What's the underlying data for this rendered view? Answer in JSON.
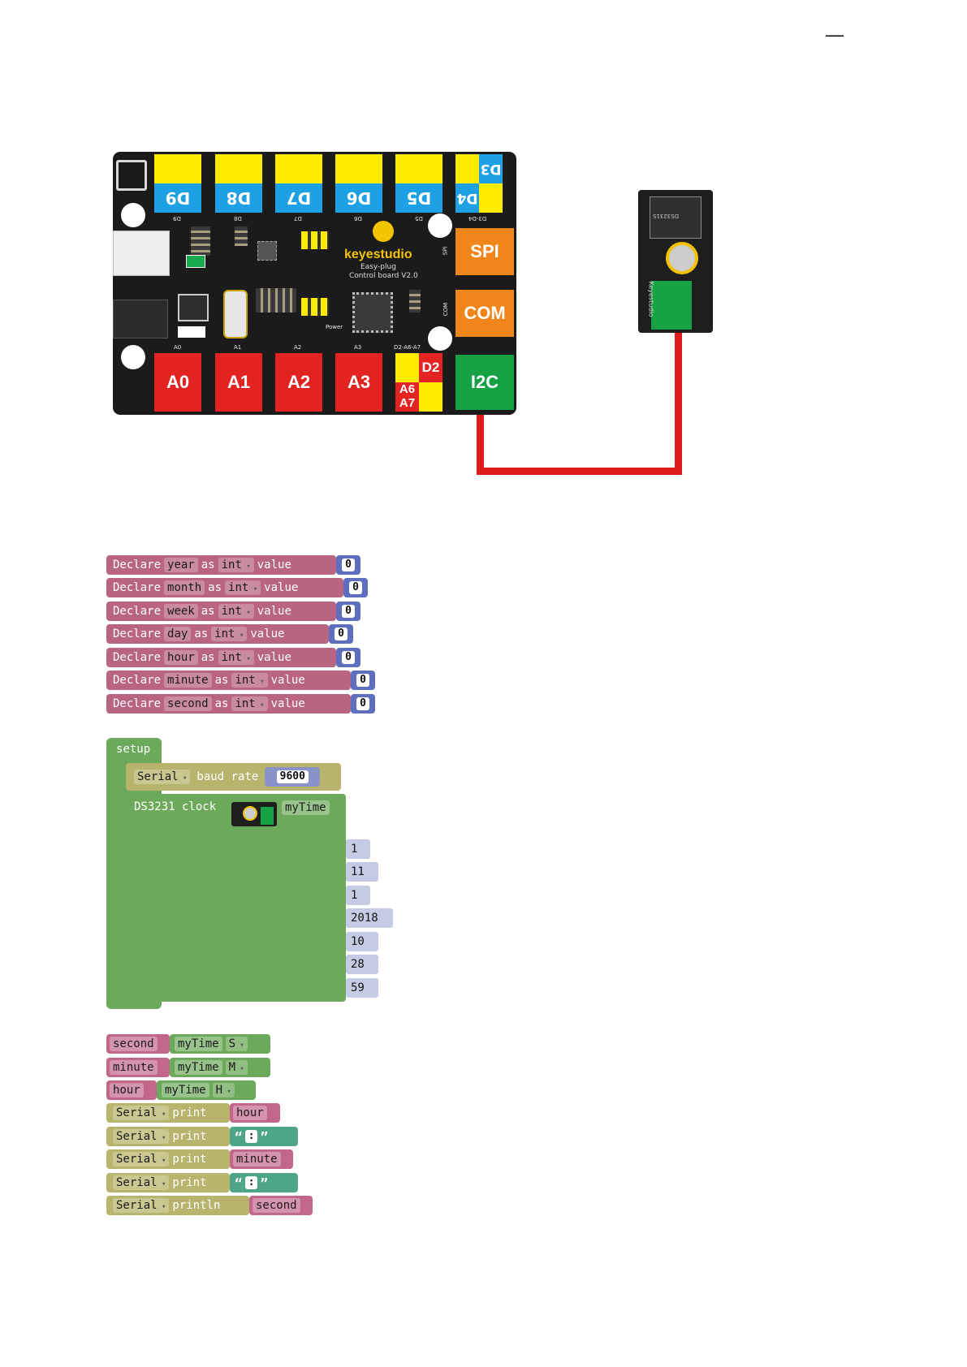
{
  "page_marker": "—",
  "board": {
    "top_ports": [
      "D9",
      "D8",
      "D7",
      "D6",
      "D5",
      "D4"
    ],
    "top_port_extra": "D3",
    "top_small_labels": [
      "D9",
      "D8",
      "D7",
      "D6",
      "D5",
      "D3-D4"
    ],
    "bottom_ports": [
      "A0",
      "A1",
      "A2",
      "A3"
    ],
    "bottom_small_labels": [
      "A0",
      "A1",
      "A2",
      "A3",
      "D2-A6-A7"
    ],
    "combo_port": {
      "d2": "D2",
      "a6": "A6",
      "a7": "A7"
    },
    "side_ports": {
      "spi": "SPI",
      "com": "COM",
      "i2c": "I2C"
    },
    "side_small": {
      "spi": "SPI",
      "com": "COM"
    },
    "brand": "keyestudio",
    "subtitle1": "Easy-plug",
    "subtitle2": "Control board V2.0",
    "power_label": "Power"
  },
  "module": {
    "chip_text": "DS3231S",
    "brand": "Keyestudio"
  },
  "declarations": [
    {
      "name": "year",
      "type": "int",
      "value": "0"
    },
    {
      "name": "month",
      "type": "int",
      "value": "0"
    },
    {
      "name": "week",
      "type": "int",
      "value": "0"
    },
    {
      "name": "day",
      "type": "int",
      "value": "0"
    },
    {
      "name": "hour",
      "type": "int",
      "value": "0"
    },
    {
      "name": "minute",
      "type": "int",
      "value": "0"
    },
    {
      "name": "second",
      "type": "int",
      "value": "0"
    }
  ],
  "decl_words": {
    "declare": "Declare",
    "as": "as",
    "value": "value"
  },
  "setup": {
    "label": "setup",
    "serial": "Serial",
    "baud_label": "baud rate",
    "baud": "9600",
    "clock_label": "DS3231 clock",
    "clock_var": "myTime",
    "values": [
      "1",
      "11",
      "1",
      "2018",
      "10",
      "28",
      "59"
    ]
  },
  "loop": {
    "assigns": [
      {
        "var": "second",
        "src": "myTime",
        "field": "S"
      },
      {
        "var": "minute",
        "src": "myTime",
        "field": "M"
      },
      {
        "var": "hour",
        "src": "myTime",
        "field": "H"
      }
    ],
    "prints": [
      {
        "serial": "Serial",
        "fn": "print",
        "arg": "hour",
        "kind": "var"
      },
      {
        "serial": "Serial",
        "fn": "print",
        "arg": ":",
        "kind": "str"
      },
      {
        "serial": "Serial",
        "fn": "print",
        "arg": "minute",
        "kind": "var"
      },
      {
        "serial": "Serial",
        "fn": "print",
        "arg": ":",
        "kind": "str"
      },
      {
        "serial": "Serial",
        "fn": "println",
        "arg": "second",
        "kind": "var"
      }
    ],
    "open_quote": "“",
    "close_quote": "”"
  },
  "colors": {
    "wire": "#e01b1b",
    "board": "#1b1b1b",
    "yellow": "#fdec00",
    "blue": "#1ea0e4",
    "red": "#e32321",
    "orange": "#f08519",
    "green": "#16a144"
  }
}
